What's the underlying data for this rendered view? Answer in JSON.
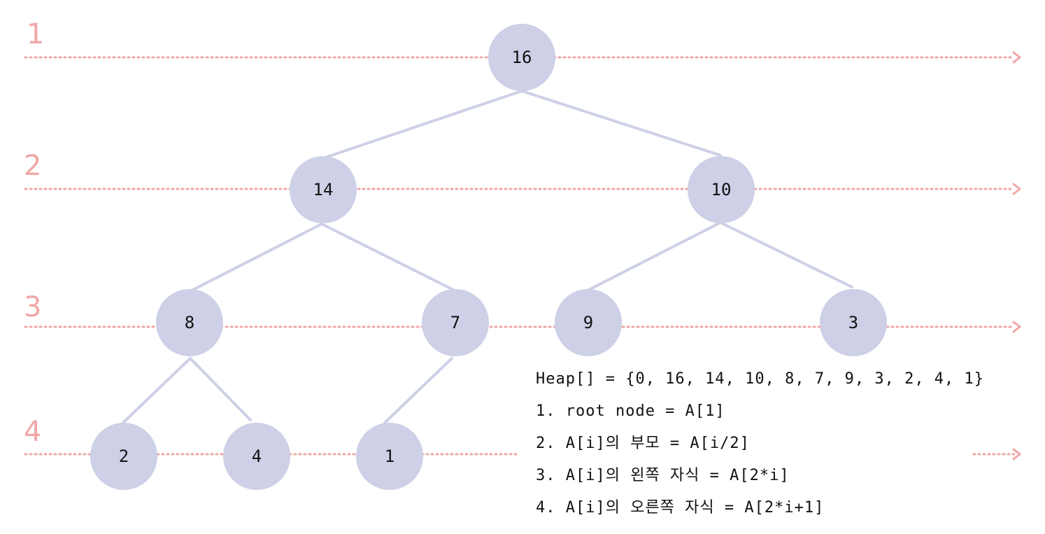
{
  "level_labels": [
    "1",
    "2",
    "3",
    "4"
  ],
  "heap_text": "Heap[] = {0, 16, 14, 10, 8, 7, 9, 3, 2, 4, 1}",
  "rules": [
    "1. root node = A[1]",
    "2. A[i]의 부모 = A[i/2]",
    "3. A[i]의 왼쪽 자식 = A[2*i]",
    "4. A[i]의 오른쪽 자식 = A[2*i+1]"
  ],
  "nodes": [
    {
      "name": "node-16",
      "label": "16"
    },
    {
      "name": "node-14",
      "label": "14"
    },
    {
      "name": "node-10",
      "label": "10"
    },
    {
      "name": "node-8",
      "label": "8"
    },
    {
      "name": "node-7",
      "label": "7"
    },
    {
      "name": "node-9",
      "label": "9"
    },
    {
      "name": "node-3",
      "label": "3"
    },
    {
      "name": "node-2",
      "label": "2"
    },
    {
      "name": "node-4",
      "label": "4"
    },
    {
      "name": "node-1",
      "label": "1"
    }
  ],
  "colors": {
    "node_fill": "#cdd0e6",
    "edge": "#cdd0e6",
    "level_line": "#f0a6a6",
    "text": "#111111"
  }
}
